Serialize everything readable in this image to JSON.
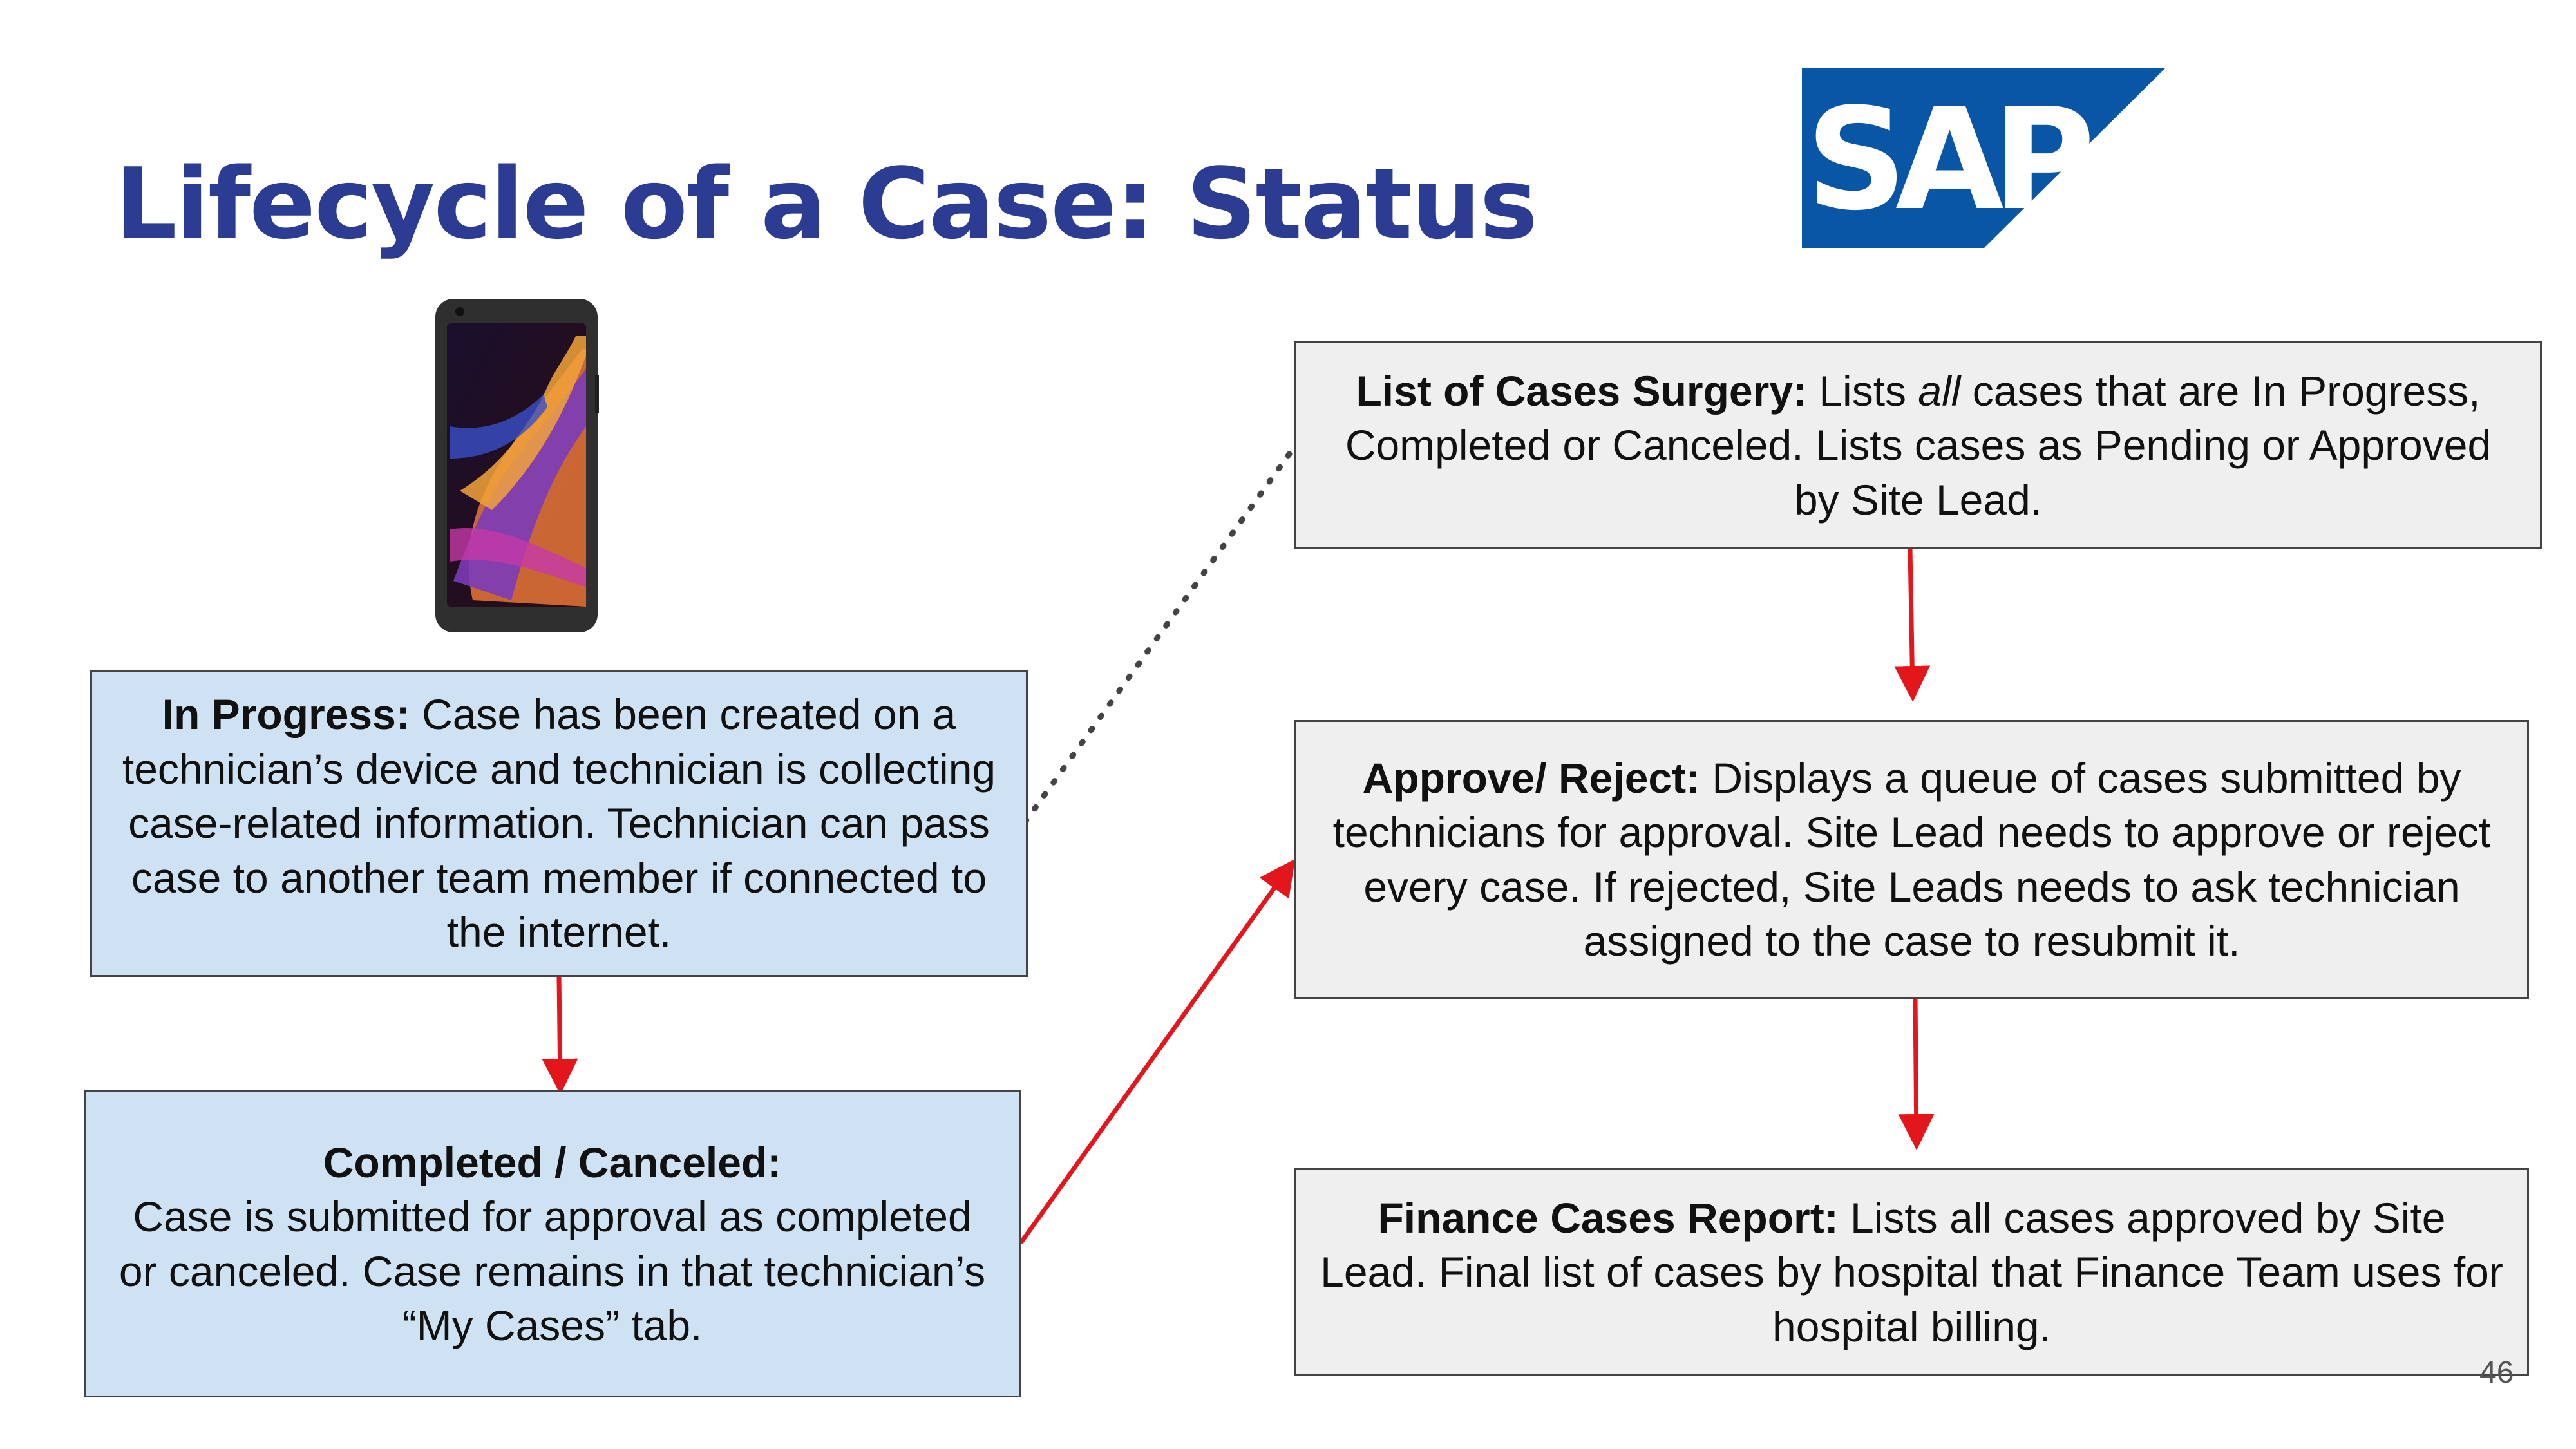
{
  "title": "Lifecycle of a Case: Status",
  "logo": {
    "text": "SAP",
    "registered_mark": "®",
    "color": "#0a56a6"
  },
  "phone_icon": "smartphone-icon",
  "colors": {
    "title": "#2d3c93",
    "blue_box": "#cfe2f3",
    "gray_box": "#efefef",
    "arrow": "#e3171b"
  },
  "boxes": {
    "in_progress": {
      "label": "In Progress:",
      "text": " Case has been created on a technician’s device and technician is collecting case-related information. Technician can pass case to another team member if connected to the internet."
    },
    "completed": {
      "label": "Completed / Canceled:",
      "text": "Case is submitted for approval as completed or canceled. Case remains in that technician’s “My Cases” tab."
    },
    "list_surgery": {
      "label": "List of Cases Surgery:",
      "text_before": " Lists ",
      "text_italic": "all",
      "text_after": " cases that are In Progress, Completed or Canceled. Lists cases as Pending or Approved by Site Lead."
    },
    "approve": {
      "label": "Approve/ Reject:",
      "text": " Displays a queue of cases submitted by technicians for approval. Site Lead needs to approve or reject every case. If rejected, Site Leads needs to ask technician assigned to the case to resubmit it."
    },
    "finance": {
      "label": "Finance Cases Report:",
      "text": " Lists all cases approved by Site Lead. Final list of cases by hospital that Finance Team uses for hospital billing."
    }
  },
  "page_number": "46"
}
